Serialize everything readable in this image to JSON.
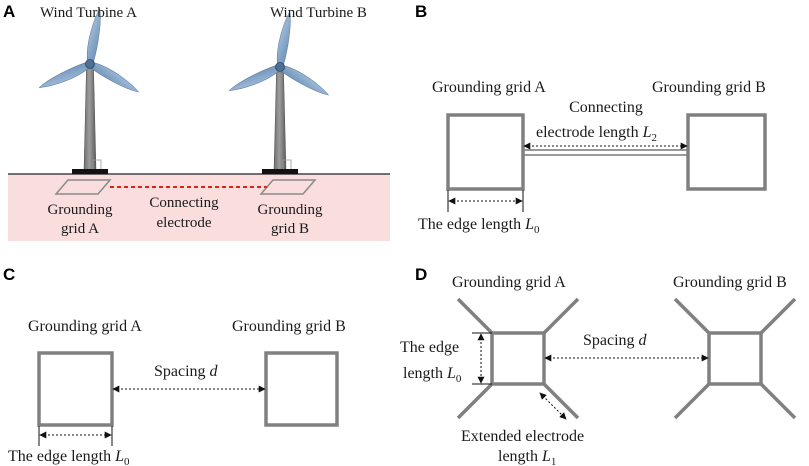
{
  "panels": {
    "a": {
      "letter": "A",
      "turbine_a": "Wind Turbine A",
      "turbine_b": "Wind Turbine B",
      "grid_a_l1": "Grounding",
      "grid_a_l2": "grid A",
      "connect_l1": "Connecting",
      "connect_l2": "electrode",
      "grid_b_l1": "Grounding",
      "grid_b_l2": "grid B",
      "soil_color": "#f9dedd",
      "connector_color": "#d9231f"
    },
    "b": {
      "letter": "B",
      "grid_a": "Grounding grid A",
      "grid_b": "Grounding grid B",
      "connect_l1": "Connecting",
      "connect_l2_text": "electrode length",
      "connect_var": "L",
      "connect_sub": "2",
      "edge_text": "The edge length",
      "edge_var": "L",
      "edge_sub": "0"
    },
    "c": {
      "letter": "C",
      "grid_a": "Grounding grid A",
      "grid_b": "Grounding grid B",
      "spacing_text": "Spacing",
      "spacing_var": "d",
      "edge_text": "The edge length",
      "edge_var": "L",
      "edge_sub": "0"
    },
    "d": {
      "letter": "D",
      "grid_a": "Grounding grid A",
      "grid_b": "Grounding grid B",
      "spacing_text": "Spacing",
      "spacing_var": "d",
      "edge_l1": "The edge",
      "edge_l2_text": "length",
      "edge_var": "L",
      "edge_sub": "0",
      "ext_l1": "Extended electrode",
      "ext_l2_text": "length",
      "ext_var": "L",
      "ext_sub": "1"
    }
  }
}
